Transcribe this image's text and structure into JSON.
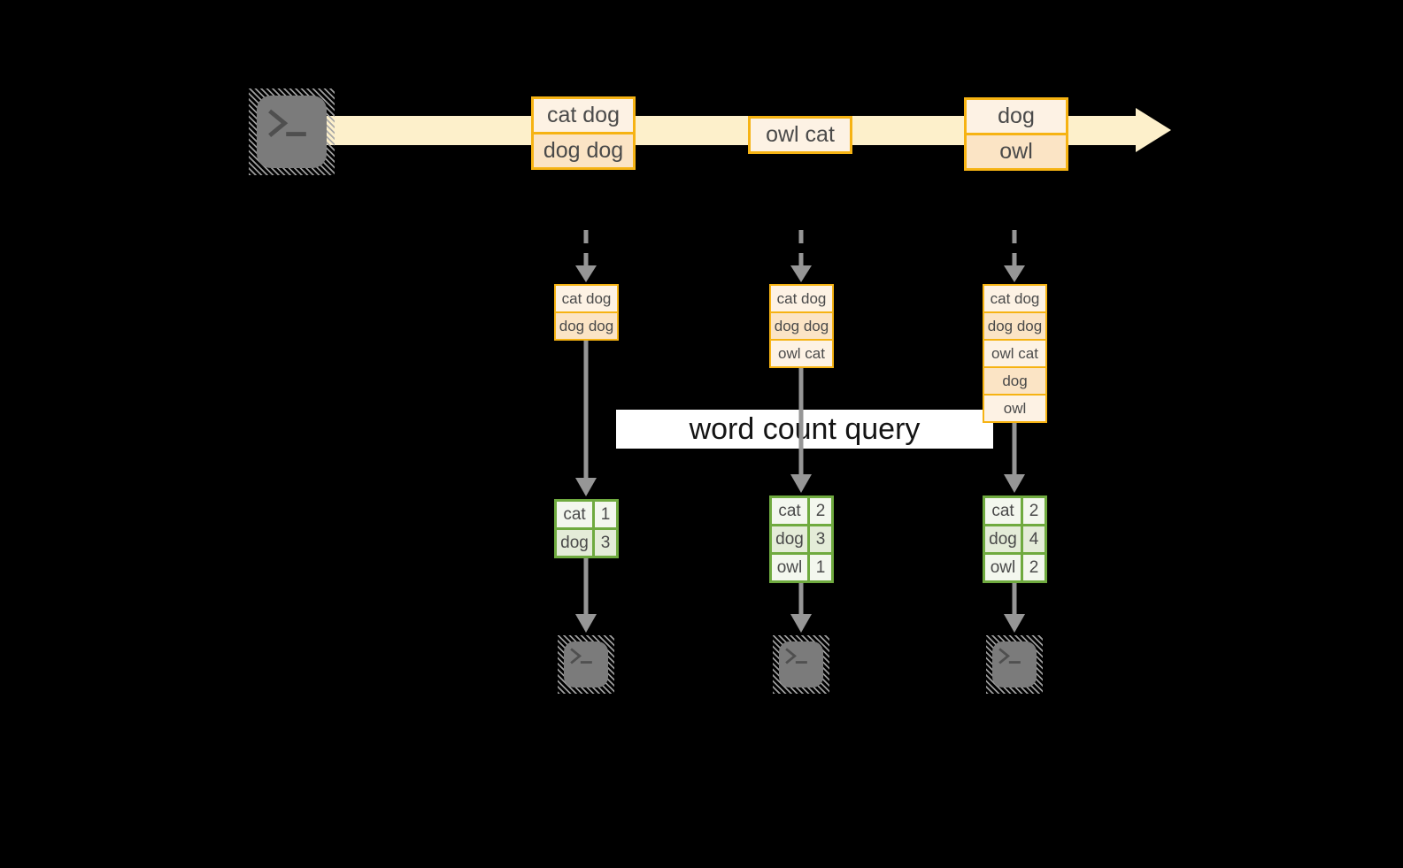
{
  "colors": {
    "background": "#000000",
    "band": "#fdf0cb",
    "box_border": "#f6b313",
    "box_fill_dark": "#fbe4c5",
    "box_fill_light": "#fdf2e4",
    "table_border": "#6faa3f",
    "table_fill_dark": "#e4ecd8",
    "table_fill_light": "#f3f7ee",
    "arrow_gray": "#969696",
    "terminal_fill": "#7b7b7b",
    "terminal_glyph": "#4f4f4f",
    "label_bg": "#ffffff",
    "label_text": "#141414",
    "text": "#4a4a4a"
  },
  "query_label": "word count query",
  "timeline": {
    "source_icon": "terminal",
    "sink_icon": "terminal",
    "batches": [
      {
        "rows": [
          "cat dog",
          "dog dog"
        ]
      },
      {
        "rows": [
          "owl cat"
        ]
      },
      {
        "rows": [
          "dog",
          "owl"
        ]
      }
    ]
  },
  "columns": [
    {
      "input_rows": [
        "cat dog",
        "dog dog"
      ],
      "count_rows": [
        {
          "word": "cat",
          "count": "1"
        },
        {
          "word": "dog",
          "count": "3"
        }
      ]
    },
    {
      "input_rows": [
        "cat dog",
        "dog dog",
        "owl cat"
      ],
      "count_rows": [
        {
          "word": "cat",
          "count": "2"
        },
        {
          "word": "dog",
          "count": "3"
        },
        {
          "word": "owl",
          "count": "1"
        }
      ]
    },
    {
      "input_rows": [
        "cat dog",
        "dog dog",
        "owl cat",
        "dog",
        "owl"
      ],
      "count_rows": [
        {
          "word": "cat",
          "count": "2"
        },
        {
          "word": "dog",
          "count": "4"
        },
        {
          "word": "owl",
          "count": "2"
        }
      ]
    }
  ]
}
